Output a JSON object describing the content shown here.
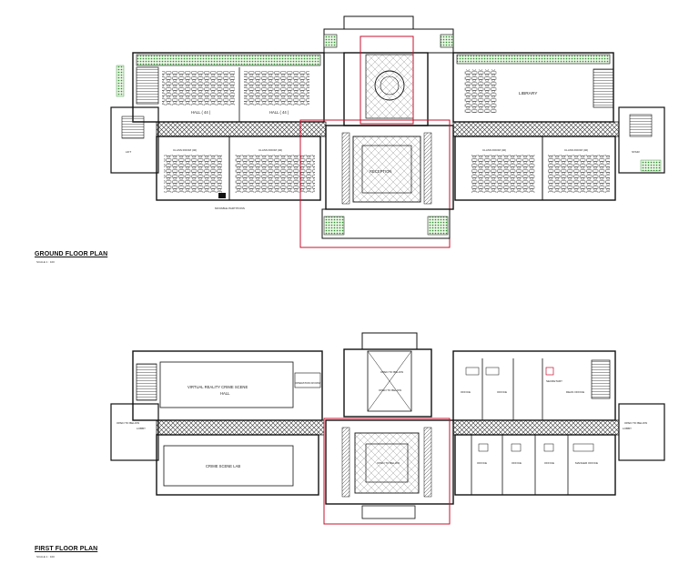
{
  "ground_floor": {
    "title": "GROUND FLOOR PLAN",
    "scale": "SCALE 1 : 100",
    "rooms": {
      "hall_left": "HALL ( 44 )",
      "hall_right": "HALL ( 44 )",
      "library": "LIBRARY",
      "classroom_1": "CLASS ROOM (40)",
      "classroom_2": "CLASS ROOM (40)",
      "classroom_3": "CLASS ROOM (40)",
      "classroom_4": "CLASS ROOM (40)",
      "reception": "RECEPTION",
      "partition_note": "MOVABLE PARTITIONS",
      "lift": "LIFT",
      "stair": "STAIR"
    }
  },
  "first_floor": {
    "title": "FIRST FLOOR PLAN",
    "scale": "SCALE 1 : 100",
    "rooms": {
      "vr_hall_line1": "VIRTUAL REALITY CRIME SCENE",
      "vr_hall_line2": "HALL",
      "crime_lab": "CRIME SCENE LAB",
      "office_1": "OFFICE",
      "office_2": "OFFICE",
      "office_3": "OFFICE",
      "office_4": "OFFICE",
      "office_5": "OFFICE",
      "dean_office": "DEAN OFFICE",
      "manager_office": "MANGER OFFICE",
      "open_void_top": "OPEN TO BELOW",
      "open_void_mid": "OPEN TO BELOW",
      "open_void_center": "OPEN TO BELOW",
      "open_to_below_left": "OPEN TO BELOW",
      "open_to_below_right": "OPEN TO BELOW",
      "operation_room": "OPERATION ROOM",
      "secretary": "SECRETARY",
      "lobby_left": "LOBBY",
      "lobby_right": "LOBBY"
    }
  }
}
